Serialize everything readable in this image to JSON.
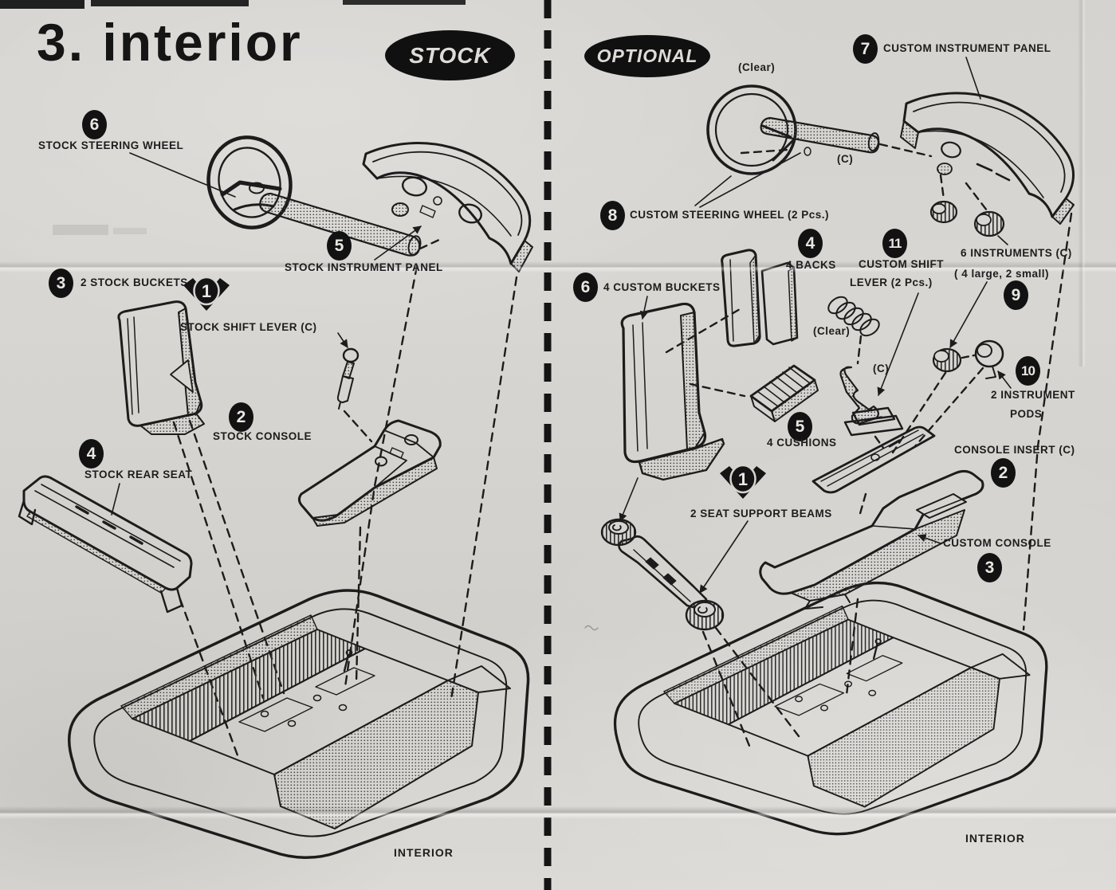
{
  "page": {
    "title": "3. interior",
    "stock_badge": "STOCK",
    "optional_badge": "OPTIONAL",
    "interior_left": "INTERIOR",
    "interior_right": "INTERIOR",
    "ink": "#1c1c1c",
    "paper": "#d7d4d0"
  },
  "stock": {
    "steering_wheel": {
      "num": "6",
      "label": "STOCK STEERING WHEEL"
    },
    "instrument_panel": {
      "num": "5",
      "label": "STOCK INSTRUMENT PANEL"
    },
    "buckets": {
      "num": "3",
      "label": "2 STOCK BUCKETS"
    },
    "shift_lever": {
      "num": "1",
      "label": "STOCK SHIFT LEVER (C)"
    },
    "console": {
      "num": "2",
      "label": "STOCK CONSOLE"
    },
    "rear_seat": {
      "num": "4",
      "label": "STOCK REAR SEAT"
    }
  },
  "optional": {
    "instrument_panel": {
      "num": "7",
      "label": "CUSTOM INSTRUMENT PANEL"
    },
    "steering_wheel": {
      "num": "8",
      "label": "CUSTOM STEERING WHEEL (2 Pcs.)",
      "note_clear": "(Clear)",
      "note_c": "(C)"
    },
    "backs": {
      "num": "4",
      "label": "4 BACKS"
    },
    "shift_lever": {
      "num": "11",
      "label_line1": "CUSTOM SHIFT",
      "label_line2": "LEVER (2 Pcs.)",
      "note_clear": "(Clear)",
      "note_c": "(C)"
    },
    "instruments": {
      "num": "9",
      "label": "6 INSTRUMENTS (C)",
      "sublabel": "( 4 large, 2 small)"
    },
    "instrument_pods": {
      "num": "10",
      "label_line1": "2 INSTRUMENT",
      "label_line2": "PODS"
    },
    "buckets": {
      "num": "6",
      "label": "4 CUSTOM BUCKETS"
    },
    "cushions": {
      "num": "5",
      "label": "4 CUSHIONS"
    },
    "seat_support_beams": {
      "num": "1",
      "label": "2 SEAT SUPPORT BEAMS"
    },
    "console_insert": {
      "num": "2",
      "label": "CONSOLE INSERT (C)"
    },
    "console": {
      "num": "3",
      "label": "CUSTOM CONSOLE"
    }
  }
}
